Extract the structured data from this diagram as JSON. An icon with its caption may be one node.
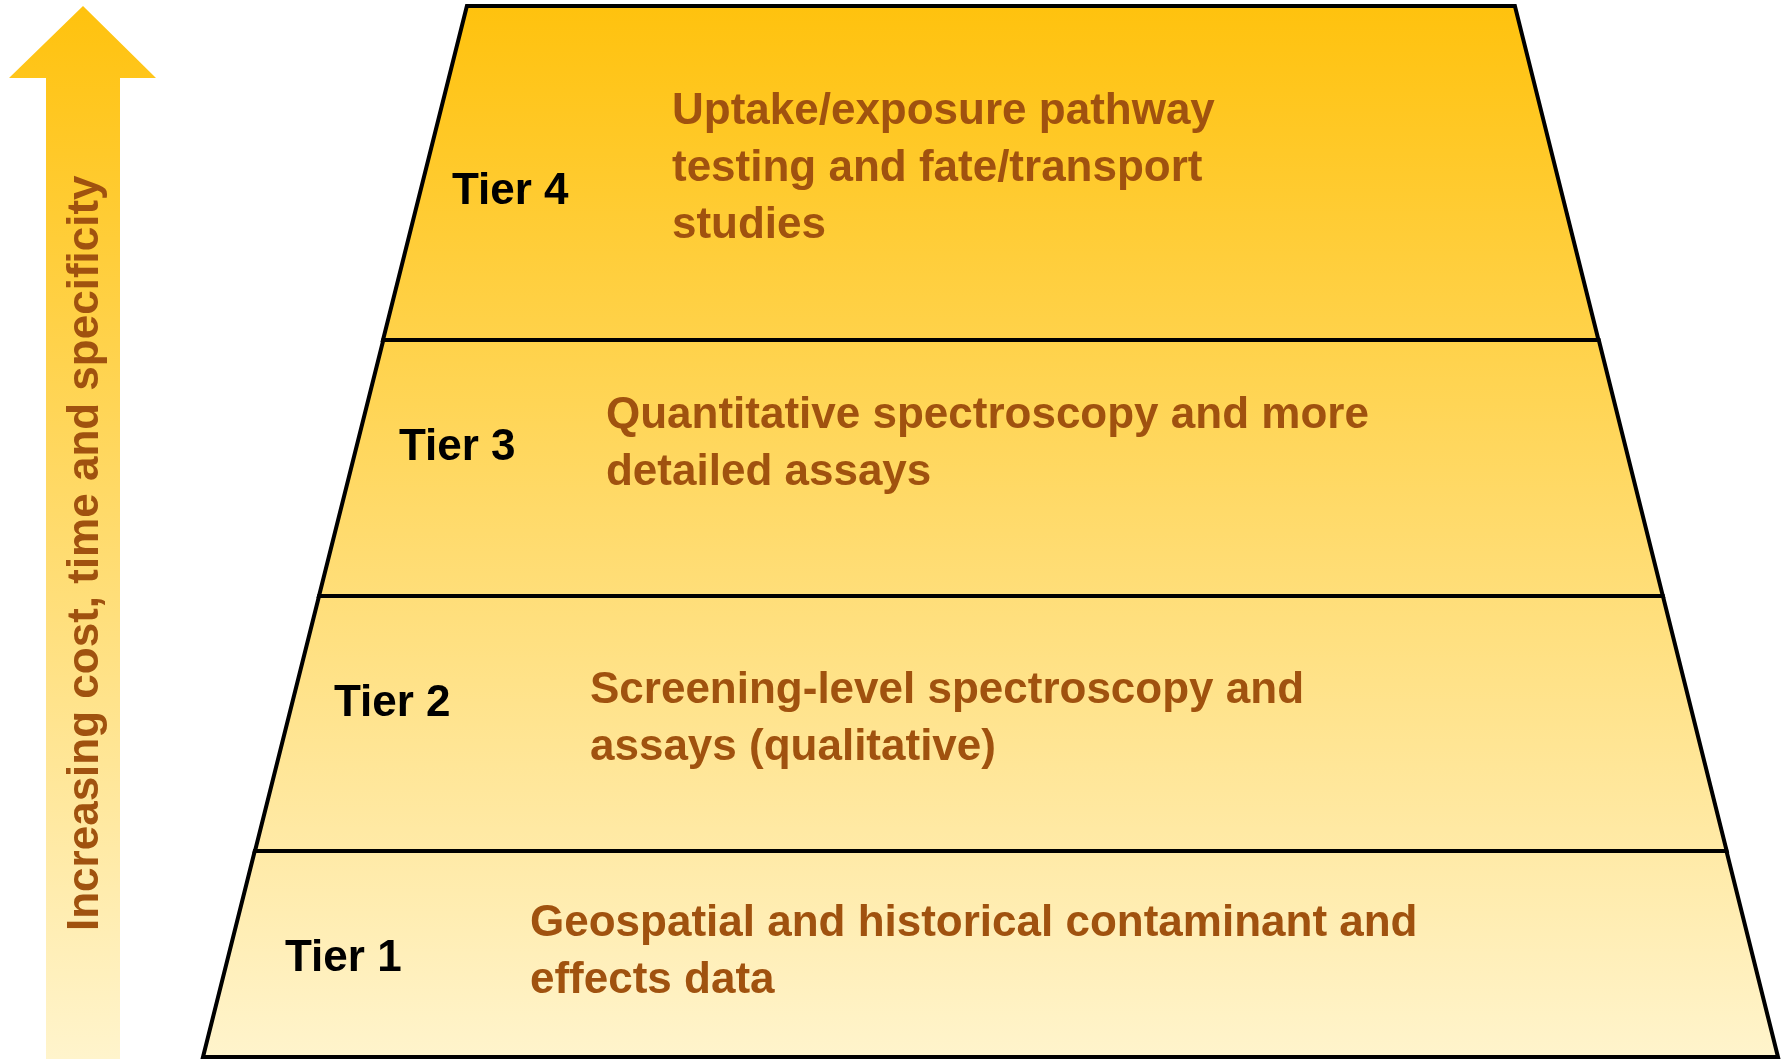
{
  "diagram": {
    "nodes": [
      {
        "text": [
          "Tier 4",
          "Uptake/exposure pathway testing and fate/transport studies"
        ]
      },
      {
        "text": [
          "Tier 3",
          "Quantitative spectroscopy and more detailed assays"
        ]
      },
      {
        "text": [
          "Tier 2",
          "Screening-level spectroscopy and assays (qualitative)"
        ]
      },
      {
        "text": [
          "Tier 1",
          "Geospatial and historical contaminant and effects data"
        ]
      }
    ],
    "labels": [
      "Increasing cost, time and specificity"
    ]
  }
}
